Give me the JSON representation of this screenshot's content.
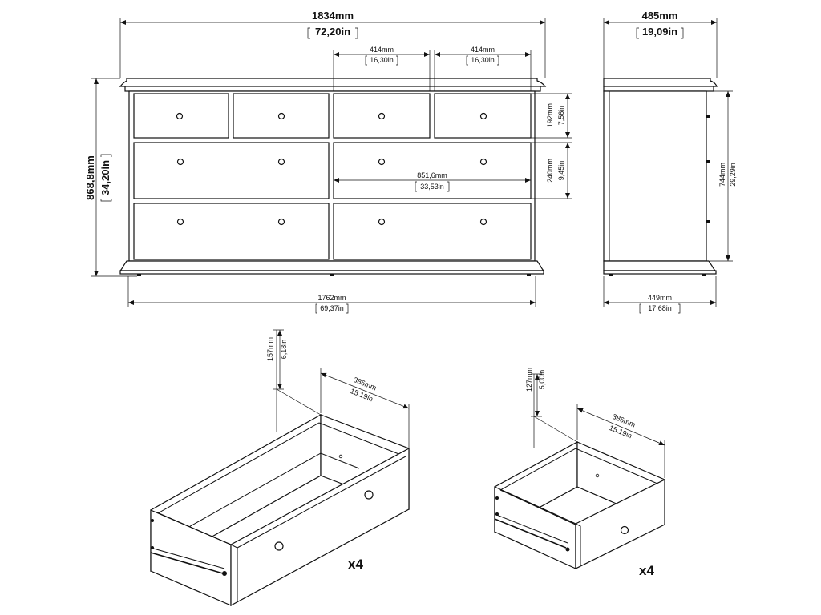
{
  "front_view": {
    "overall_width": "1834mm",
    "overall_width_in": "72,20in",
    "top_drawer_width_a": "414mm",
    "top_drawer_width_a_in": "16,30in",
    "top_drawer_width_b": "414mm",
    "top_drawer_width_b_in": "16,30in",
    "height": "868,8mm",
    "height_in": "34,20in",
    "small_drawer_height": "192mm",
    "small_drawer_height_in": "7,56in",
    "large_drawer_height": "240mm",
    "large_drawer_height_in": "9,45in",
    "large_drawer_width": "851,6mm",
    "large_drawer_width_in": "33,53in",
    "base_width": "1762mm",
    "base_width_in": "69,37in"
  },
  "side_view": {
    "depth": "485mm",
    "depth_in": "19,09in",
    "carcass_height": "744mm",
    "carcass_height_in": "29,29in",
    "base_depth": "449mm",
    "base_depth_in": "17,68in"
  },
  "large_drawer": {
    "height": "157mm",
    "height_in": "6,18in",
    "depth": "386mm",
    "depth_in": "15,19in",
    "quantity": "x4"
  },
  "small_drawer": {
    "height": "127mm",
    "height_in": "5,00in",
    "depth": "386mm",
    "depth_in": "15,19in",
    "quantity": "x4"
  }
}
